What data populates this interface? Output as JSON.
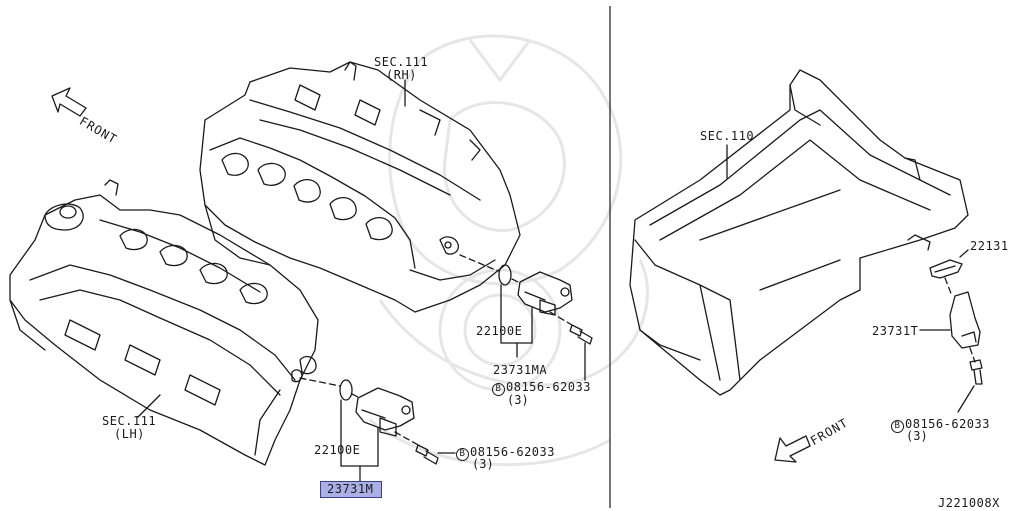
{
  "left_panel": {
    "sec_rh": {
      "code": "SEC.111",
      "side": "(RH)"
    },
    "sec_lh": {
      "code": "SEC.111",
      "side": "(LH)"
    },
    "front": "FRONT",
    "rh_oring": "22100E",
    "rh_sensor": "23731MA",
    "rh_bolt": "08156-62033",
    "rh_bolt_qty": "(3)",
    "lh_oring": "22100E",
    "lh_sensor": "23731M",
    "lh_bolt": "08156-62033",
    "lh_bolt_qty": "(3)",
    "bolt_marker": "B"
  },
  "right_panel": {
    "sec": "SEC.110",
    "clip": "22131",
    "sensor": "23731T",
    "bolt": "08156-62033",
    "bolt_qty": "(3)",
    "bolt_marker": "B",
    "front": "FRONT"
  },
  "diagram_id": "J221008X",
  "colors": {
    "line": "#1a1a1a",
    "highlight": "#aab0e6",
    "watermark": "#e6e6e6"
  }
}
